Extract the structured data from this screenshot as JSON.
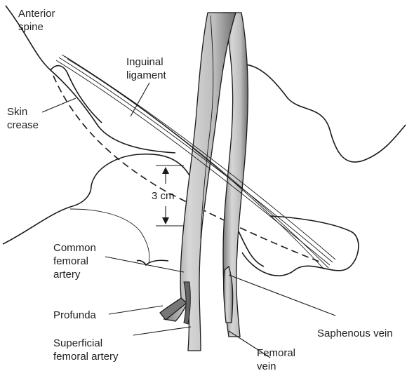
{
  "labels": {
    "anterior_spine": "Anterior\nspine",
    "inguinal_ligament": "Inguinal\nligament",
    "skin_crease": "Skin\ncrease",
    "distance": "3 cm",
    "common_femoral_artery": "Common\nfemoral\nartery",
    "profunda": "Profunda",
    "superficial_femoral_artery": "Superficial\nfemoral artery",
    "femoral_vein": "Femoral\nvein",
    "saphenous_vein": "Saphenous vein"
  },
  "colors": {
    "outline": "#1a1a1a",
    "vessel_fill": "#c9c9c9",
    "vessel_shade": "#8a8a8a",
    "vessel_dark": "#555555",
    "background": "#ffffff"
  }
}
